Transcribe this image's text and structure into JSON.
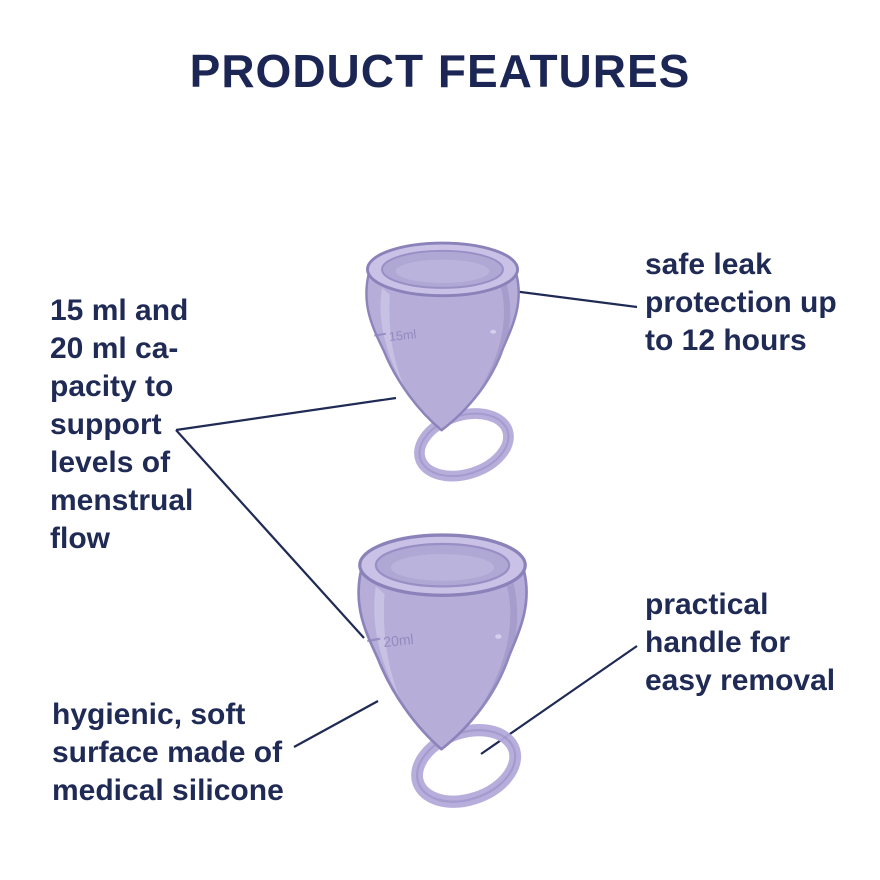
{
  "title": "PRODUCT FEATURES",
  "callouts": {
    "capacity": {
      "text": "15 ml and\n20 ml ca-\npacity to\nsupport\nlevels of\nmenstrual\nflow"
    },
    "leak": {
      "text": "safe leak\nprotection up\nto 12 hours"
    },
    "handle": {
      "text": "practical\nhandle for\neasy removal"
    },
    "surface": {
      "text": "hygienic, soft\nsurface made of\nmedical silicone"
    }
  },
  "cups": {
    "top": {
      "marking": "15ml"
    },
    "bottom": {
      "marking": "20ml"
    }
  },
  "colors": {
    "text_navy": "#1f2a55",
    "cup_fill": "#b6aed9",
    "cup_stroke": "#8d84bb",
    "cup_rim": "#c9c2e6",
    "cup_opening": "#b0a8d4",
    "handle_loop": "#b3aada"
  }
}
